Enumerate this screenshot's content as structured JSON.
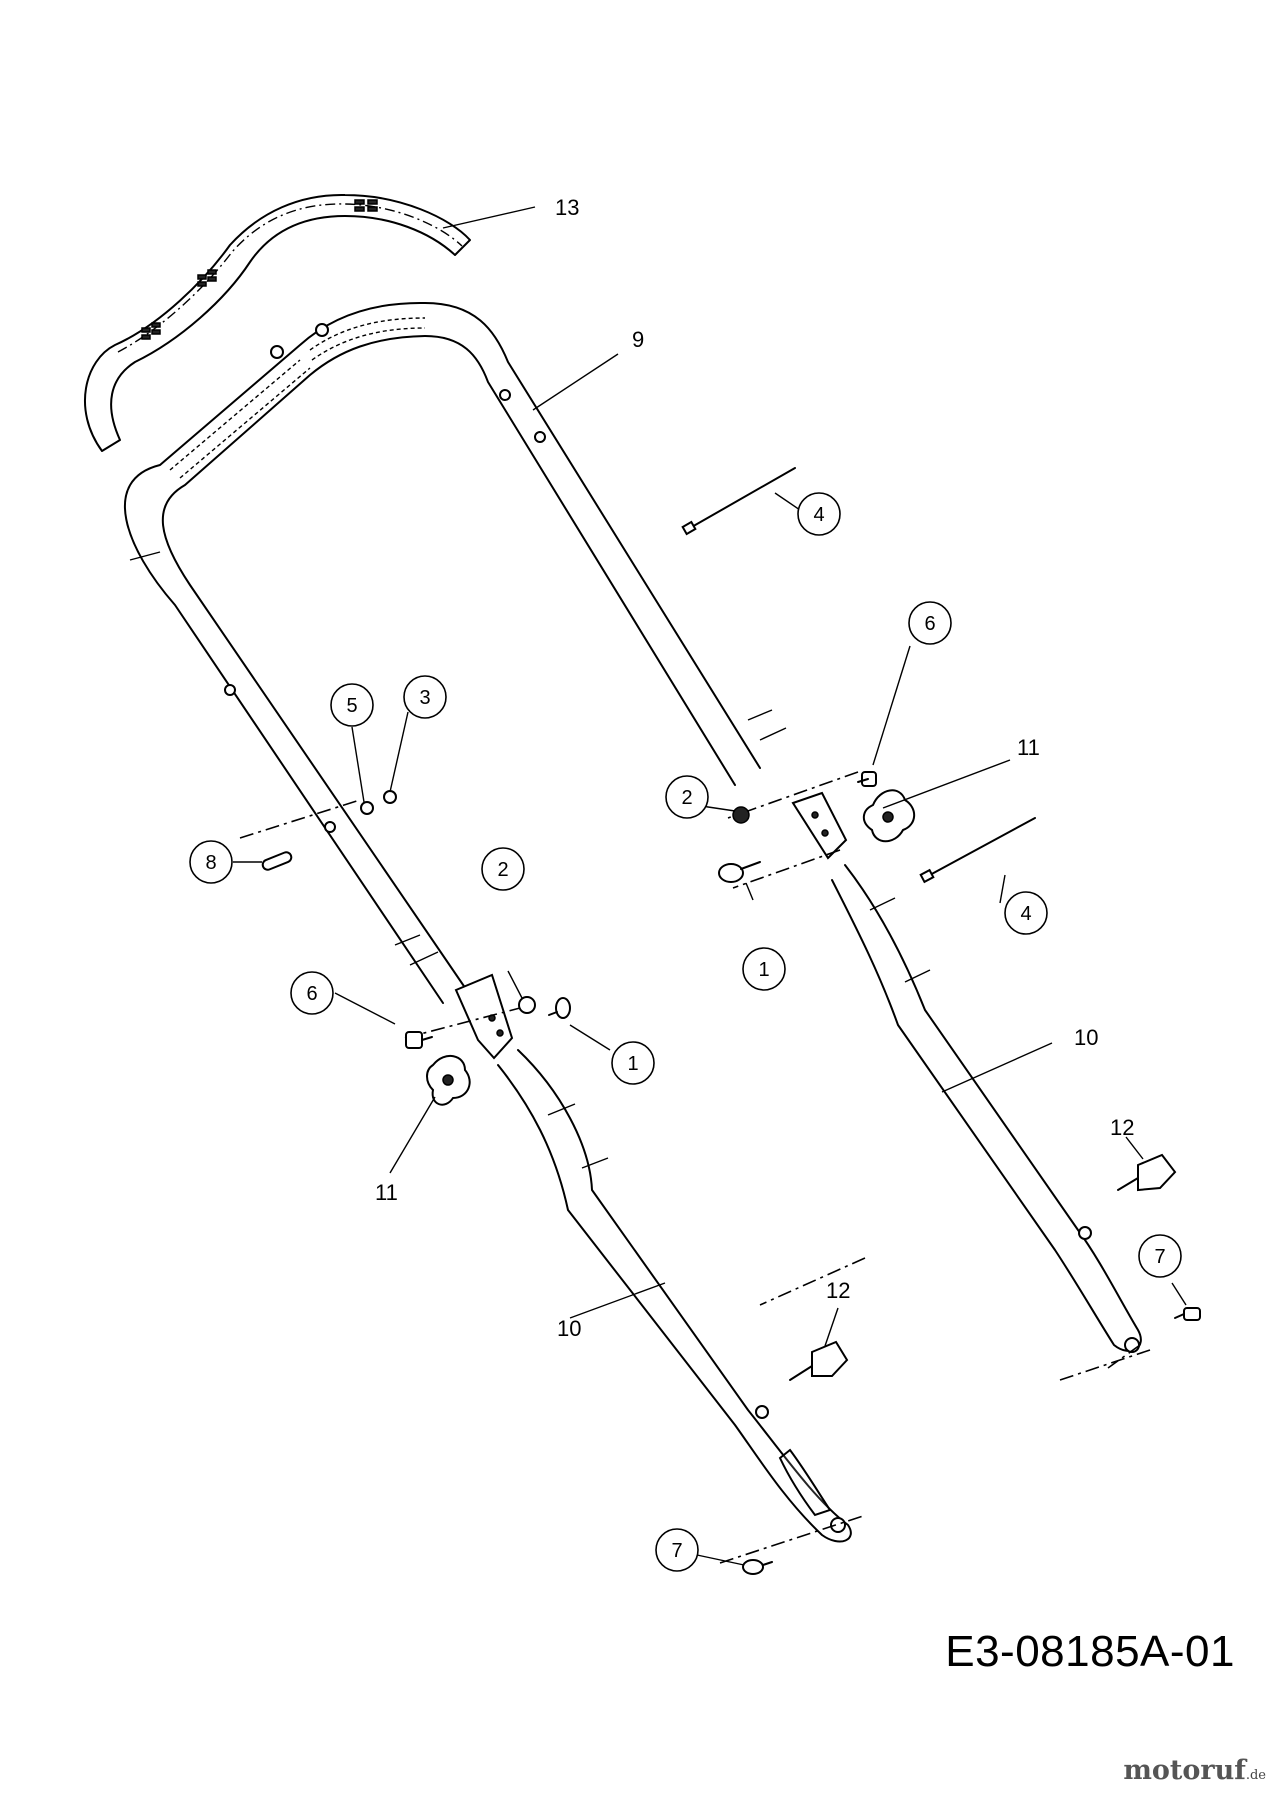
{
  "diagram_code": "E3-08185A-01",
  "watermark": {
    "text": "motoruf",
    "suffix": ".de"
  },
  "callouts": {
    "c13": "13",
    "c9": "9",
    "c4a": "4",
    "c6a": "6",
    "c11a": "11",
    "c5": "5",
    "c3": "3",
    "c2a": "2",
    "c8": "8",
    "c4b": "4",
    "c1a": "1",
    "c2b": "2",
    "c6b": "6",
    "c1b": "1",
    "c10a": "10",
    "c11b": "11",
    "c12a": "12",
    "c7a": "7",
    "c10b": "10",
    "c12b": "12",
    "c7b": "7"
  }
}
